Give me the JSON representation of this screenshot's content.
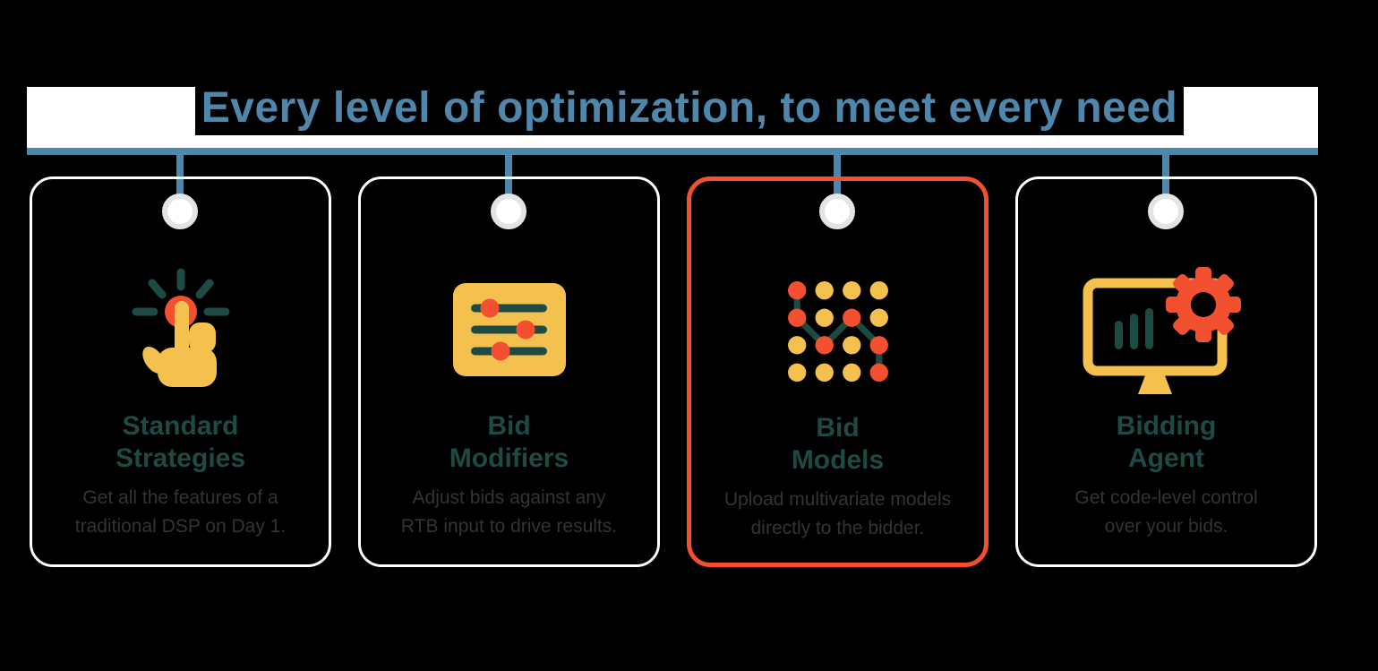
{
  "title": "Every level of optimization, to meet every need",
  "colors": {
    "accent_blue": "#4F87AC",
    "accent_red": "#F2502F",
    "accent_yellow": "#F5C14E",
    "accent_teal": "#1D4B44",
    "card_border": "#FFFFFF",
    "highlight_border": "#F2502F",
    "pin_ring_gray": "#E3E4E6",
    "body_text": "#333333"
  },
  "cards": [
    {
      "heading": [
        "Standard",
        "Strategies"
      ],
      "body": [
        "Get all the features of a",
        "traditional DSP on Day 1."
      ],
      "icon": "click-hand-icon",
      "highlighted": false
    },
    {
      "heading": [
        "Bid",
        "Modifiers"
      ],
      "body": [
        "Adjust bids against any",
        "RTB input to drive results."
      ],
      "icon": "sliders-icon",
      "highlighted": false
    },
    {
      "heading": [
        "Bid",
        "Models"
      ],
      "body": [
        "Upload multivariate models",
        "directly to the bidder."
      ],
      "icon": "dot-grid-icon",
      "highlighted": true
    },
    {
      "heading": [
        "Bidding",
        "Agent"
      ],
      "body": [
        "Get code-level control",
        "over your bids."
      ],
      "icon": "monitor-gear-icon",
      "highlighted": false
    }
  ]
}
